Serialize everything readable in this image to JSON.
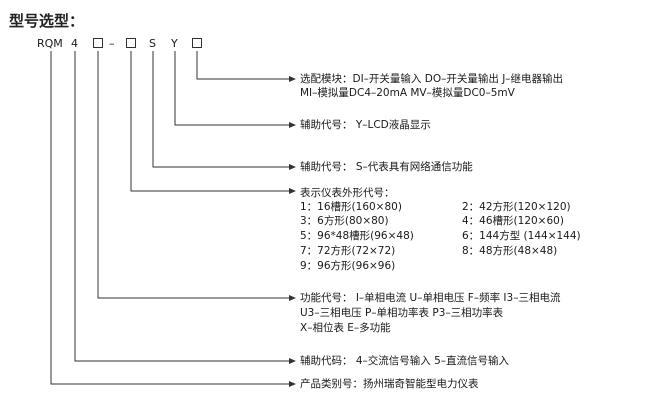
{
  "title": "型号选型：",
  "model_code": {
    "prefix": "RQM",
    "aux_code": "4",
    "dash": "–",
    "network": "S",
    "lcd": "Y"
  },
  "descriptions": {
    "optional_module": {
      "line1": "选配模块：DI–开关量输入  DO–开关量输出  J–继电器输出",
      "line2": "MI–模拟量DC4–20mA   MV–模拟量DC0–5mV"
    },
    "aux_lcd": "辅助代号：  Y–LCD液晶显示",
    "aux_network": "辅助代号：  S–代表具有网络通信功能",
    "shape": {
      "heading": "表示仪表外形代号：",
      "items": [
        "1：16槽形(160×80)",
        "2：42方形(120×120)",
        "3：6方形(80×80)",
        "4：46槽形(120×60)",
        "5：96*48槽形(96×48)",
        "6：144方型  (144×144)",
        "7：72方形(72×72)",
        "8：48方形(48×48)",
        "9：96方形(96×96)"
      ]
    },
    "function": {
      "line1": "功能代号：  I–单相电流  U–单相电压  F–频率  I3–三相电流",
      "line2": "U3–三相电压  P–单相功率表  P3–三相功率表",
      "line3": "X–相位表  E–多功能"
    },
    "aux_signal": "辅助代码：  4–交流信号输入   5–直流信号输入",
    "product": "产品类别号：扬州瑞奇智能型电力仪表"
  }
}
